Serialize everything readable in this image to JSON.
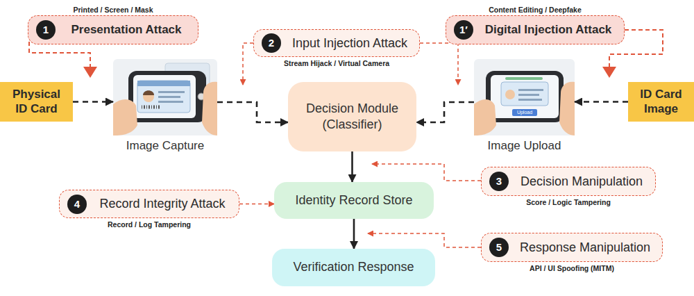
{
  "diagram": {
    "nodes": [
      {
        "text": [
          "1",
          "Presentation Attack",
          "Printed / Screen / Mask"
        ]
      },
      {
        "text": [
          "2",
          "Input Injection Attack",
          "Stream Hijack / Virtual Camera"
        ]
      },
      {
        "text": [
          "1′",
          "Digital Injection Attack",
          "Content Editing / Deepfake"
        ]
      },
      {
        "text": [
          "Physical ID Card"
        ]
      },
      {
        "text": [
          "Image Capture"
        ]
      },
      {
        "text": [
          "Decision Module (Classifier)"
        ]
      },
      {
        "text": [
          "Image Upload"
        ]
      },
      {
        "text": [
          "ID Card Image"
        ]
      },
      {
        "text": [
          "3",
          "Decision Manipulation",
          "Score / Logic Tampering"
        ]
      },
      {
        "text": [
          "4",
          "Record Integrity Attack",
          "Record / Log Tampering"
        ]
      },
      {
        "text": [
          "Identity Record Store"
        ]
      },
      {
        "text": [
          "5",
          "Response Manipulation",
          "API / UI Spoofing (MITM)"
        ]
      },
      {
        "text": [
          "Verification Response"
        ]
      }
    ],
    "edges": [
      {
        "from": 3,
        "to": 4,
        "arrow": "to"
      },
      {
        "from": 4,
        "to": 5,
        "arrow": "to"
      },
      {
        "from": 7,
        "to": 6,
        "arrow": "to"
      },
      {
        "from": 6,
        "to": 5,
        "arrow": "to"
      },
      {
        "from": 5,
        "to": 10,
        "arrow": "to"
      },
      {
        "from": 10,
        "to": 12,
        "arrow": "to"
      },
      {
        "from": 9,
        "to": 10,
        "arrow": "to"
      }
    ],
    "labels": [
      "Upload"
    ]
  }
}
